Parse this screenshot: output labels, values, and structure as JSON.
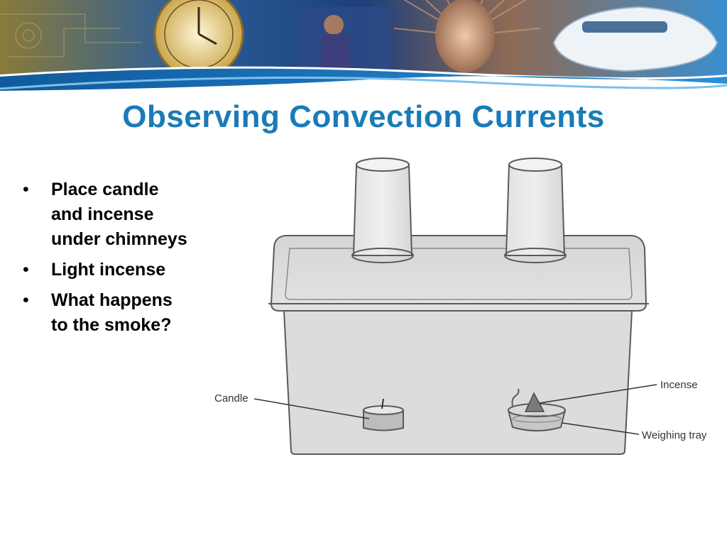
{
  "slide": {
    "title": "Observing Convection Currents",
    "bullets": [
      "Place candle and incense under chimneys",
      "Light incense",
      "What happens to the smoke?"
    ]
  },
  "figure": {
    "labels": {
      "candle": "Candle",
      "incense": "Incense",
      "weighing_tray": "Weighing tray"
    }
  },
  "theme": {
    "title_color": "#1a7bb8",
    "banner_blue": "#1f6fb5"
  }
}
